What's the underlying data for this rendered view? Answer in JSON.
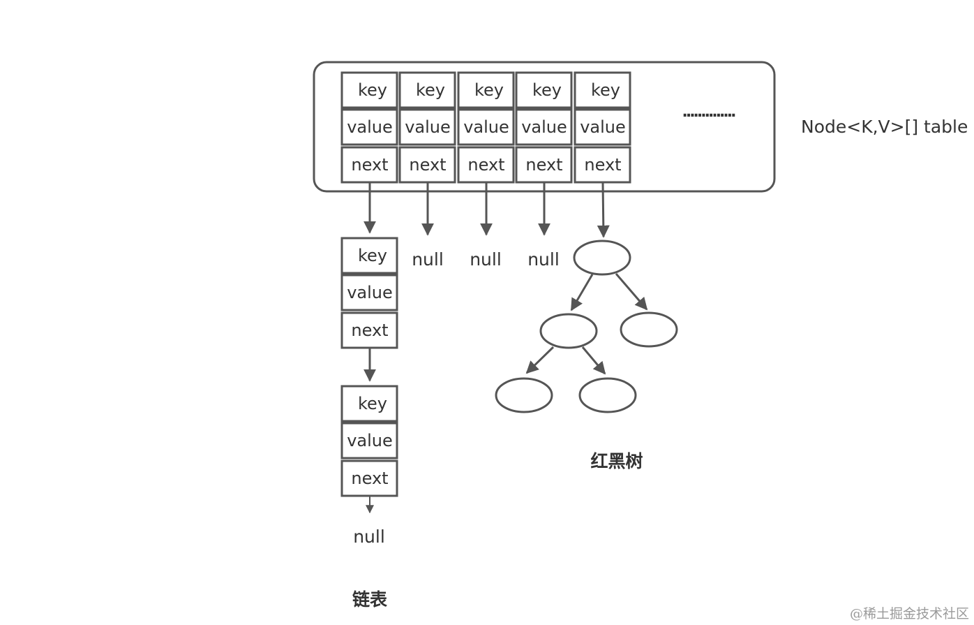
{
  "table": {
    "cells": [
      {
        "key": "key",
        "value": "value",
        "next": "next"
      },
      {
        "key": "key",
        "value": "value",
        "next": "next"
      },
      {
        "key": "key",
        "value": "value",
        "next": "next"
      },
      {
        "key": "key",
        "value": "value",
        "next": "next"
      },
      {
        "key": "key",
        "value": "value",
        "next": "next"
      }
    ],
    "ellipsis": "..............",
    "label": "Node<K,V>[] table"
  },
  "bucket_nulls": [
    "null",
    "null",
    "null"
  ],
  "linked_list": {
    "nodes": [
      {
        "key": "key",
        "value": "value",
        "next": "next"
      },
      {
        "key": "key",
        "value": "value",
        "next": "next"
      }
    ],
    "end": "null",
    "caption": "链表"
  },
  "tree": {
    "caption": "红黑树"
  },
  "watermark": "@稀土掘金技术社区",
  "colors": {
    "stroke": "#555555",
    "text": "#333333",
    "watermark": "#9a9a9a"
  }
}
